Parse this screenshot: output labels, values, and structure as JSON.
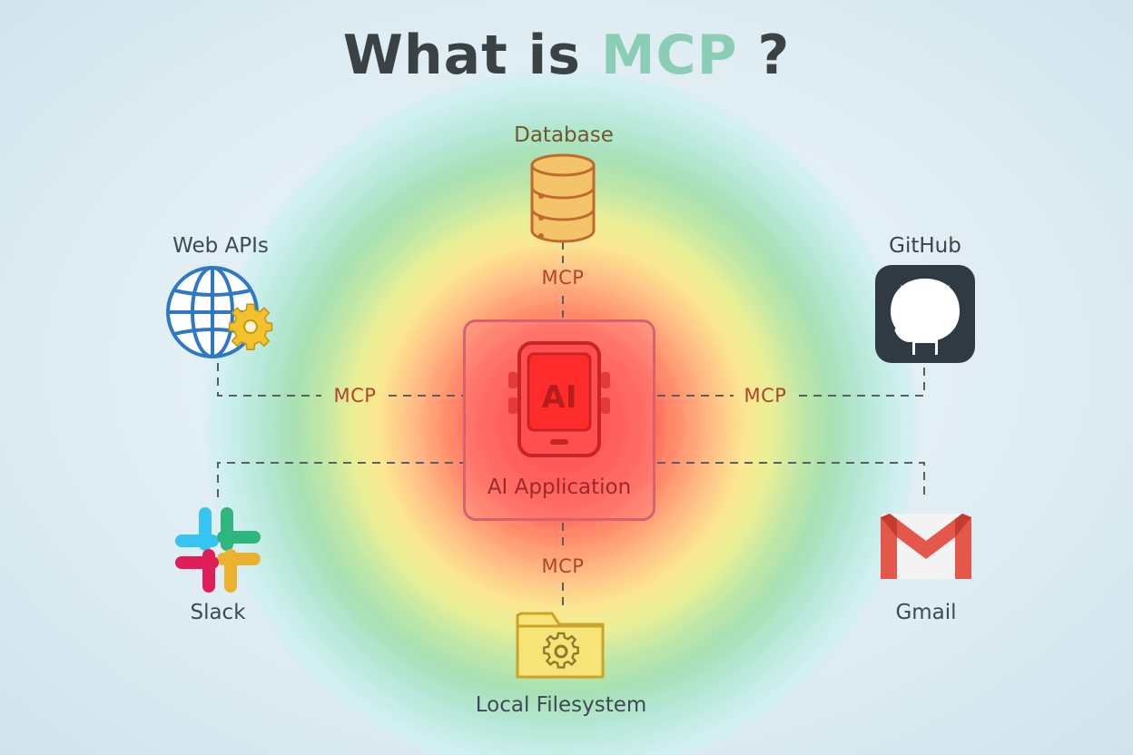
{
  "title": {
    "prefix": "What is ",
    "accent": "MCP",
    "suffix": " ?"
  },
  "center": {
    "chip_text": "AI",
    "label": "AI Application"
  },
  "nodes": {
    "database": "Database",
    "web_apis": "Web APIs",
    "github": "GitHub",
    "slack": "Slack",
    "gmail": "Gmail",
    "local_filesystem": "Local Filesystem"
  },
  "connectors": {
    "top": "MCP",
    "left": "MCP",
    "right": "MCP",
    "bottom": "MCP"
  },
  "colors": {
    "title": "#3a4244",
    "accent": "#8ccdb6",
    "mcp_text": "#b3432c",
    "dashed_line": "#5a5f63",
    "globe_blue": "#2f79c4",
    "gear_yellow": "#f2c22e",
    "database_yellow": "#f4c46a",
    "github_dark": "#2f3a43",
    "gmail_red": "#e3584b",
    "folder_yellow": "#f6e477"
  },
  "icons": [
    "database-icon",
    "globe-gear-icon",
    "github-icon",
    "slack-icon",
    "gmail-icon",
    "folder-gear-icon",
    "ai-chip-icon"
  ]
}
